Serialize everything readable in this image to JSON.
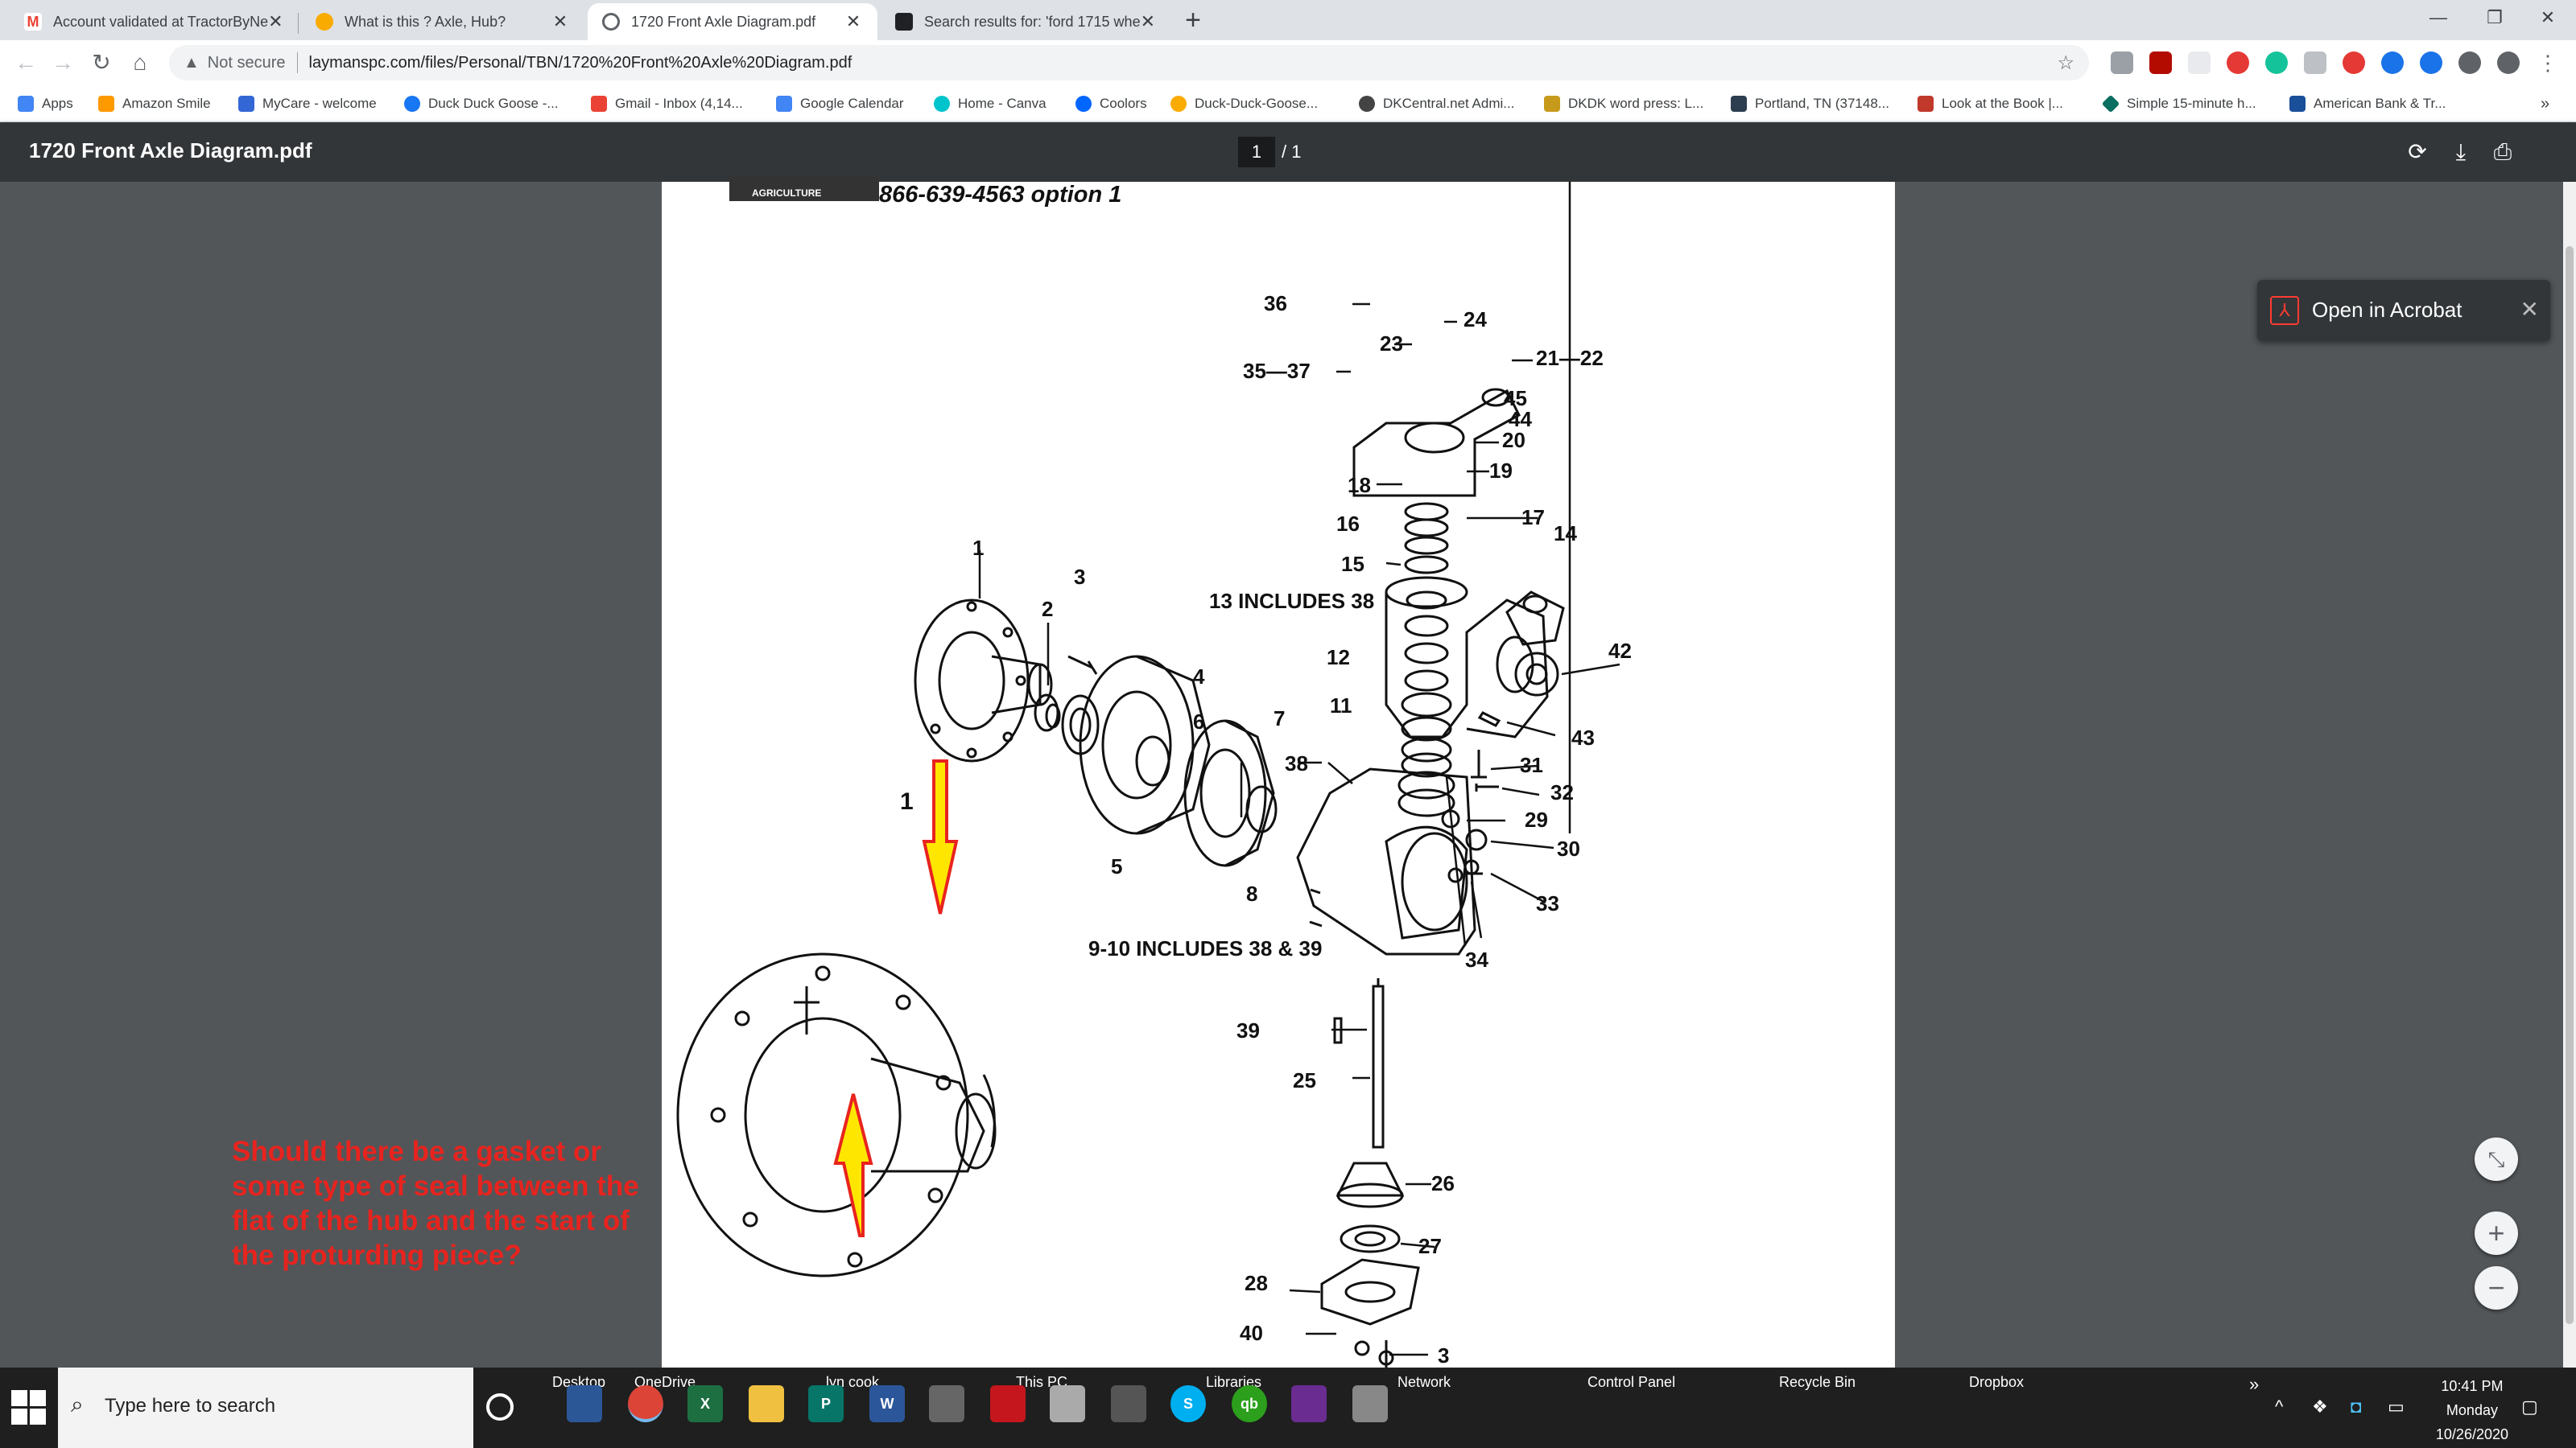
{
  "browser": {
    "tabs": [
      {
        "title": "Account validated at TractorByNe",
        "icon_color": "#ea4335",
        "active": false
      },
      {
        "title": "What is this ? Axle, Hub?",
        "icon_color": "#f9ab00",
        "active": false
      },
      {
        "title": "1720 Front Axle Diagram.pdf",
        "icon_color": "#5f6368",
        "active": true
      },
      {
        "title": "Search results for: 'ford 1715 whe",
        "icon_color": "#202124",
        "active": false
      }
    ],
    "security_label": "Not secure",
    "url": "laymanspc.com/files/Personal/TBN/1720%20Front%20Axle%20Diagram.pdf",
    "bookmarks": [
      {
        "label": "Apps",
        "color": "#4285f4"
      },
      {
        "label": "Amazon Smile",
        "color": "#ff9900"
      },
      {
        "label": "MyCare - welcome",
        "color": "#3367d6"
      },
      {
        "label": "Duck Duck Goose -...",
        "color": "#1877f2"
      },
      {
        "label": "Gmail - Inbox (4,14...",
        "color": "#ea4335"
      },
      {
        "label": "Google Calendar",
        "color": "#4285f4"
      },
      {
        "label": "Home - Canva",
        "color": "#00c4cc"
      },
      {
        "label": "Coolors",
        "color": "#0066ff"
      },
      {
        "label": "Duck-Duck-Goose...",
        "color": "#f9ab00"
      },
      {
        "label": "DKCentral.net Admi...",
        "color": "#444444"
      },
      {
        "label": "DKDK word press: L...",
        "color": "#c79a1b"
      },
      {
        "label": "Portland, TN (37148...",
        "color": "#2c3e50"
      },
      {
        "label": "Look at the Book |...",
        "color": "#c0392b"
      },
      {
        "label": "Simple 15-minute h...",
        "color": "#0a6e60"
      },
      {
        "label": "American Bank & Tr...",
        "color": "#1a4f9a"
      }
    ],
    "overflow": "»"
  },
  "pdf": {
    "title": "1720 Front Axle Diagram.pdf",
    "page_current": "1",
    "page_total": "/ 1",
    "header_text": "866-639-4563 option 1",
    "logo_text": "AGRICULTURE",
    "open_in_acrobat": "Open in Acrobat",
    "part_labels": {
      "l36": "36",
      "l24": "24",
      "l23": "23",
      "l2122": "21—22",
      "l3537": "35—37",
      "l45": "45",
      "l44": "44",
      "l20": "20",
      "l19": "19",
      "l18": "18",
      "l17": "17",
      "l16": "16",
      "l14": "14",
      "l15": "15",
      "l1": "1",
      "l3": "3",
      "l2": "2",
      "l13": "13 INCLUDES 38",
      "l42": "42",
      "l12": "12",
      "l4": "4",
      "l11": "11",
      "l6": "6",
      "l7": "7",
      "l43": "43",
      "l38": "38",
      "l31": "31",
      "l32": "32",
      "l29": "29",
      "l30": "30",
      "l5": "5",
      "l8": "8",
      "l33": "33",
      "l910": "9-10 INCLUDES 38 & 39",
      "l34": "34",
      "l39": "39",
      "l25": "25",
      "l26": "26",
      "l27": "27",
      "l28": "28",
      "l40": "40",
      "l3b": "3",
      "l1b": "1"
    },
    "annotation": "Should there be a gasket or some type of seal between the flat of the hub and the start of the proturding piece?",
    "annotation_color": "#e8231e",
    "arrow_color": "#ffe600"
  },
  "taskbar": {
    "search_placeholder": "Type here to search",
    "links": [
      "Desktop",
      "OneDrive",
      "lyn cook",
      "This PC",
      "Libraries",
      "Network",
      "Control Panel",
      "Recycle Bin",
      "Dropbox"
    ],
    "overflow": "»",
    "time": "10:41 PM",
    "day": "Monday",
    "date": "10/26/2020"
  }
}
